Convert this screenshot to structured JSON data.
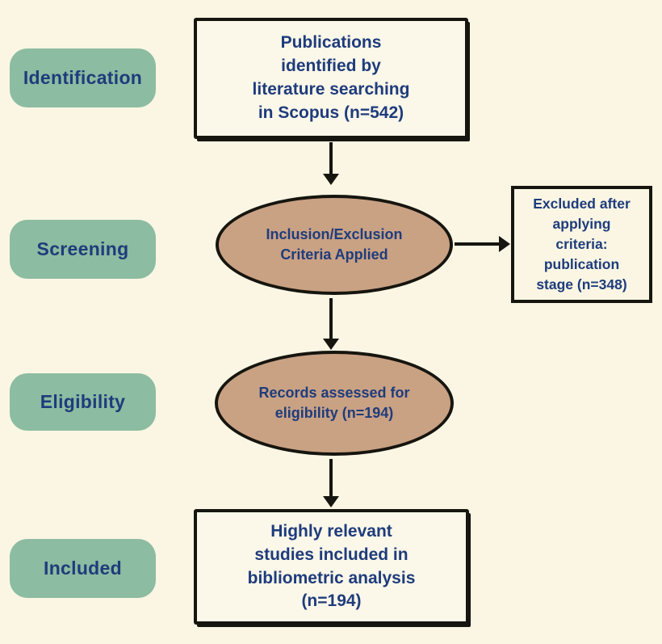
{
  "colors": {
    "background": "#FAF6E3",
    "stage_fill": "#8CBCA1",
    "ellipse_fill": "#C9A183",
    "text": "#1E3C7C",
    "ink": "#16150F",
    "box_fill": "#FBF7E9"
  },
  "stages": {
    "identification": "Identification",
    "screening": "Screening",
    "eligibility": "Eligibility",
    "included": "Included"
  },
  "nodes": {
    "identified": "Publications\nidentified by\nliterature searching\nin Scopus (n=542)",
    "criteria": "Inclusion/Exclusion\nCriteria Applied",
    "excluded": "Excluded after\napplying\ncriteria:\npublication\nstage (n=348)",
    "assessed": "Records assessed for\neligibility (n=194)",
    "included": "Highly relevant\nstudies included in\nbibliometric analysis\n(n=194)"
  }
}
